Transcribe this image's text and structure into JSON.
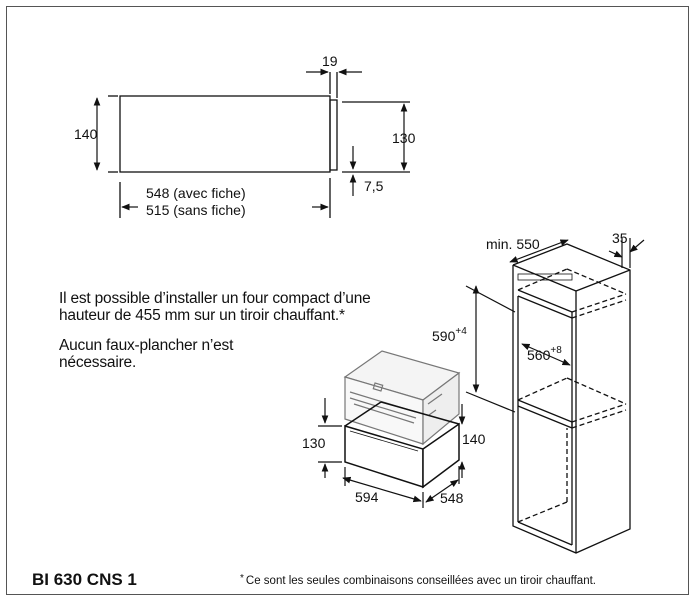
{
  "dims": {
    "d19": "19",
    "d140_top": "140",
    "d130_top": "130",
    "d7_5": "7,5",
    "w548": "548 (avec fiche)",
    "w515": "515 (sans fiche)",
    "min550": "min. 550",
    "d35": "35",
    "d590": "590",
    "d590_sup": "+4",
    "d560": "560",
    "d560_sup": "+8",
    "d130_low": "130",
    "d140_low": "140",
    "d594": "594",
    "d548_low": "548"
  },
  "notes": {
    "line1": "Il est possible d’installer un four compact d’une",
    "line2": "hauteur de 455 mm sur un tiroir  chauffant.*",
    "line3": "Aucun faux-plancher n’est",
    "line4": "nécessaire."
  },
  "model": "BI 630 CNS 1",
  "footnote": {
    "star": "*",
    "text": "Ce sont les seules combinaisons conseillées avec un tiroir chauffant."
  },
  "colors": {
    "frame": "#555555",
    "line": "#111111"
  }
}
